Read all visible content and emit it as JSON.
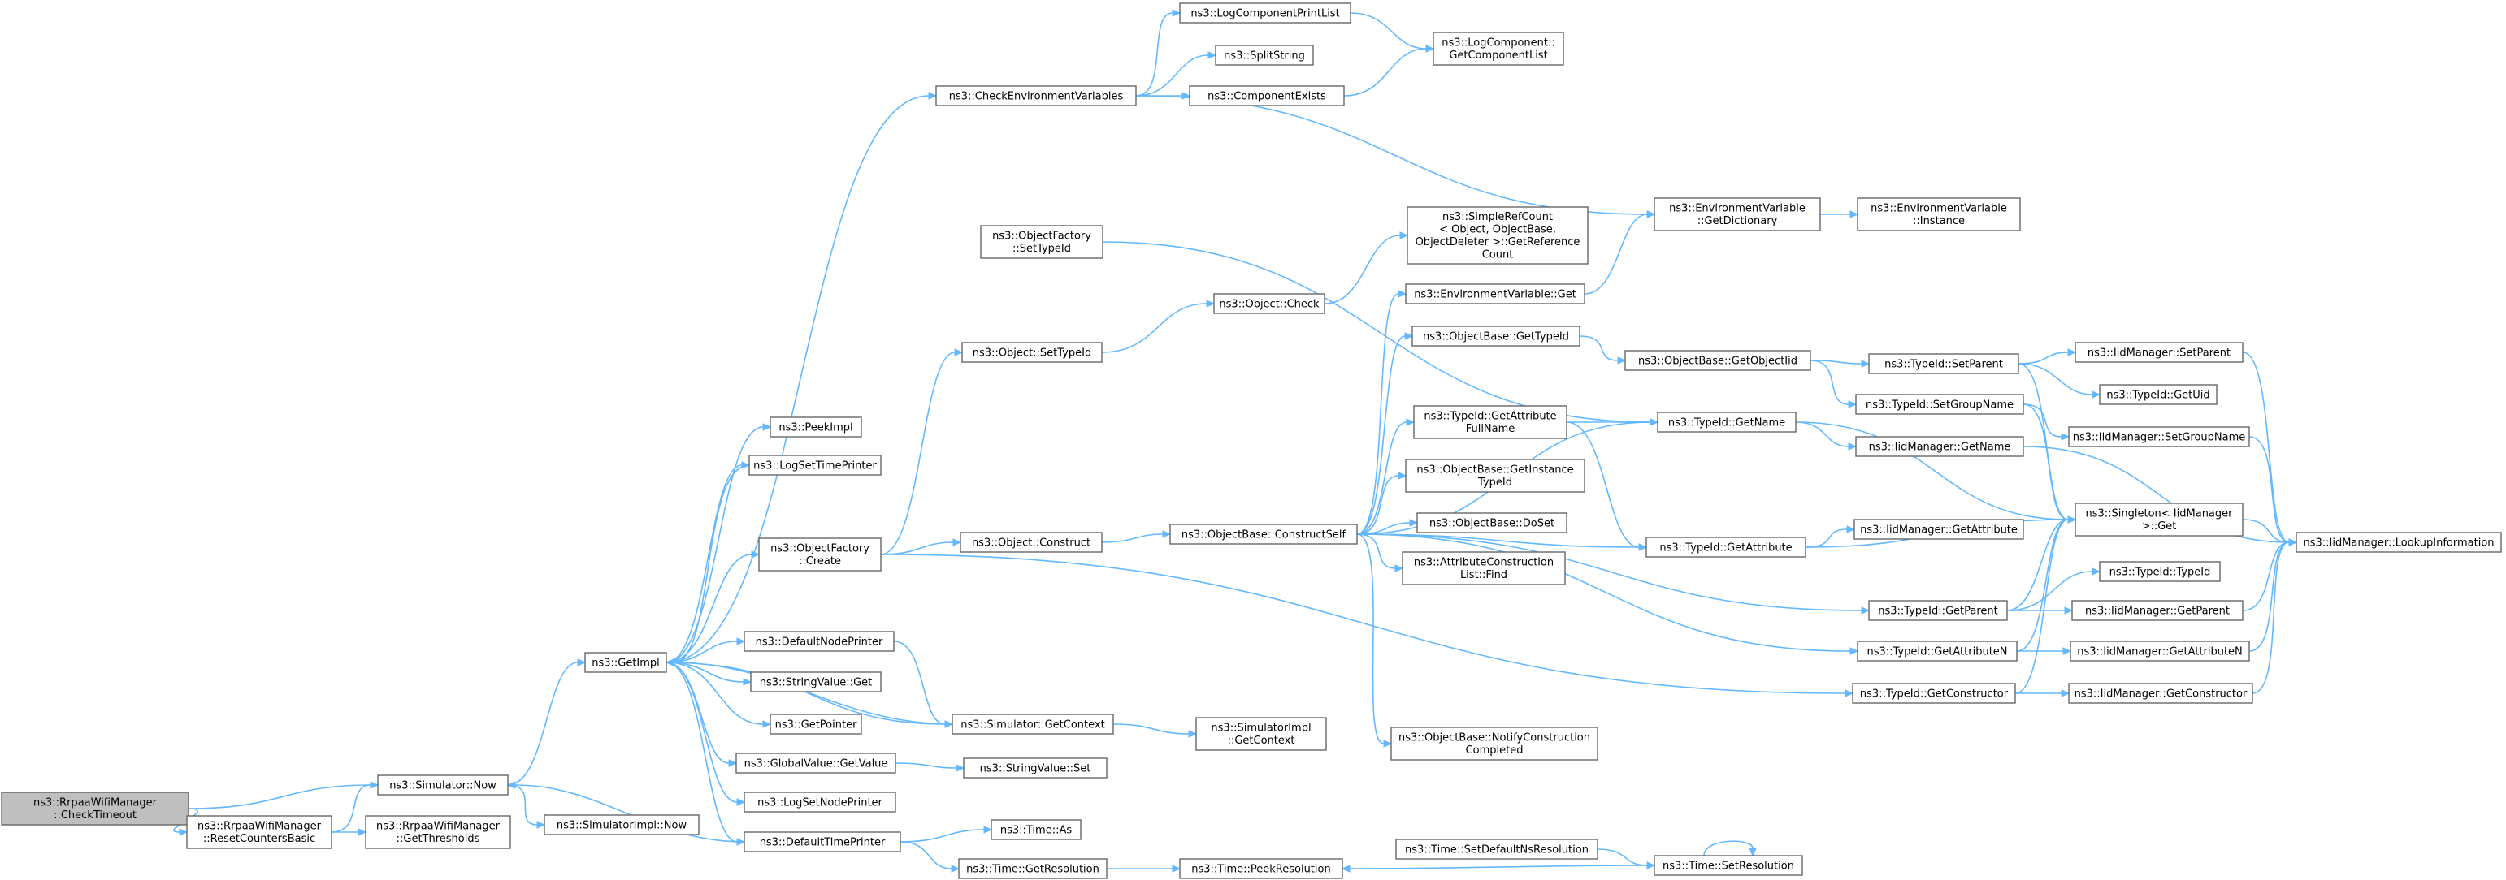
{
  "diagram": {
    "type": "call-graph",
    "colors": {
      "edge": "#63b8ff",
      "node_border": "#666666",
      "root_fill": "#bfbfbf"
    },
    "nodes": [
      {
        "id": "root",
        "lines": [
          "ns3::RrpaaWifiManager",
          "::CheckTimeout"
        ],
        "root": true
      },
      {
        "id": "now",
        "lines": [
          "ns3::Simulator::Now"
        ]
      },
      {
        "id": "reset",
        "lines": [
          "ns3::RrpaaWifiManager",
          "::ResetCountersBasic"
        ]
      },
      {
        "id": "thresh",
        "lines": [
          "ns3::RrpaaWifiManager",
          "::GetThresholds"
        ]
      },
      {
        "id": "simimplnow",
        "lines": [
          "ns3::SimulatorImpl::Now"
        ]
      },
      {
        "id": "getimpl",
        "lines": [
          "ns3::GetImpl"
        ]
      },
      {
        "id": "peekimpl",
        "lines": [
          "ns3::PeekImpl"
        ]
      },
      {
        "id": "logsettime",
        "lines": [
          "ns3::LogSetTimePrinter"
        ]
      },
      {
        "id": "ofcreate",
        "lines": [
          "ns3::ObjectFactory",
          "::Create"
        ]
      },
      {
        "id": "defnode",
        "lines": [
          "ns3::DefaultNodePrinter"
        ]
      },
      {
        "id": "strget",
        "lines": [
          "ns3::StringValue::Get"
        ]
      },
      {
        "id": "getptr",
        "lines": [
          "ns3::GetPointer"
        ]
      },
      {
        "id": "gvget",
        "lines": [
          "ns3::GlobalValue::GetValue"
        ]
      },
      {
        "id": "logsetnode",
        "lines": [
          "ns3::LogSetNodePrinter"
        ]
      },
      {
        "id": "deftime",
        "lines": [
          "ns3::DefaultTimePrinter"
        ]
      },
      {
        "id": "checkenv",
        "lines": [
          "ns3::CheckEnvironmentVariables"
        ]
      },
      {
        "id": "ofsettid",
        "lines": [
          "ns3::ObjectFactory",
          "::SetTypeId"
        ]
      },
      {
        "id": "objsettid",
        "lines": [
          "ns3::Object::SetTypeId"
        ]
      },
      {
        "id": "objconstruct",
        "lines": [
          "ns3::Object::Construct"
        ]
      },
      {
        "id": "simgetctx",
        "lines": [
          "ns3::Simulator::GetContext"
        ]
      },
      {
        "id": "strset",
        "lines": [
          "ns3::StringValue::Set"
        ]
      },
      {
        "id": "timeas",
        "lines": [
          "ns3::Time::As"
        ]
      },
      {
        "id": "timegetres",
        "lines": [
          "ns3::Time::GetResolution"
        ]
      },
      {
        "id": "lcprint",
        "lines": [
          "ns3::LogComponentPrintList"
        ]
      },
      {
        "id": "split",
        "lines": [
          "ns3::SplitString"
        ]
      },
      {
        "id": "compexists",
        "lines": [
          "ns3::ComponentExists"
        ]
      },
      {
        "id": "lcgetlist",
        "lines": [
          "ns3::LogComponent::",
          "GetComponentList"
        ]
      },
      {
        "id": "objcheck",
        "lines": [
          "ns3::Object::Check"
        ]
      },
      {
        "id": "srcget",
        "lines": [
          "ns3::SimpleRefCount",
          "< Object, ObjectBase,",
          "ObjectDeleter >::GetReference",
          "Count"
        ]
      },
      {
        "id": "constructself",
        "lines": [
          "ns3::ObjectBase::ConstructSelf"
        ]
      },
      {
        "id": "simimplctx",
        "lines": [
          "ns3::SimulatorImpl",
          "::GetContext"
        ]
      },
      {
        "id": "peekres",
        "lines": [
          "ns3::Time::PeekResolution"
        ]
      },
      {
        "id": "envget",
        "lines": [
          "ns3::EnvironmentVariable::Get"
        ]
      },
      {
        "id": "obgettid",
        "lines": [
          "ns3::ObjectBase::GetTypeId"
        ]
      },
      {
        "id": "tidgetattrfull",
        "lines": [
          "ns3::TypeId::GetAttribute",
          "FullName"
        ]
      },
      {
        "id": "obgetinst",
        "lines": [
          "ns3::ObjectBase::GetInstance",
          "TypeId"
        ]
      },
      {
        "id": "obdoset",
        "lines": [
          "ns3::ObjectBase::DoSet"
        ]
      },
      {
        "id": "acfind",
        "lines": [
          "ns3::AttributeConstruction",
          "List::Find"
        ]
      },
      {
        "id": "obnotify",
        "lines": [
          "ns3::ObjectBase::NotifyConstruction",
          "Completed"
        ]
      },
      {
        "id": "setdefres",
        "lines": [
          "ns3::Time::SetDefaultNsResolution"
        ]
      },
      {
        "id": "envdict",
        "lines": [
          "ns3::EnvironmentVariable",
          "::GetDictionary"
        ]
      },
      {
        "id": "obgetoiid",
        "lines": [
          "ns3::ObjectBase::GetObjectIid"
        ]
      },
      {
        "id": "tidgetname",
        "lines": [
          "ns3::TypeId::GetName"
        ]
      },
      {
        "id": "tidgetattr",
        "lines": [
          "ns3::TypeId::GetAttribute"
        ]
      },
      {
        "id": "tidgetparent",
        "lines": [
          "ns3::TypeId::GetParent"
        ]
      },
      {
        "id": "tidgetattrn",
        "lines": [
          "ns3::TypeId::GetAttributeN"
        ]
      },
      {
        "id": "tidgetctor",
        "lines": [
          "ns3::TypeId::GetConstructor"
        ]
      },
      {
        "id": "timesetres",
        "lines": [
          "ns3::Time::SetResolution"
        ]
      },
      {
        "id": "envinst",
        "lines": [
          "ns3::EnvironmentVariable",
          "::Instance"
        ]
      },
      {
        "id": "tidsetparent",
        "lines": [
          "ns3::TypeId::SetParent"
        ]
      },
      {
        "id": "tidsetgroup",
        "lines": [
          "ns3::TypeId::SetGroupName"
        ]
      },
      {
        "id": "iidgetname",
        "lines": [
          "ns3::IidManager::GetName"
        ]
      },
      {
        "id": "iidgetattr",
        "lines": [
          "ns3::IidManager::GetAttribute"
        ]
      },
      {
        "id": "iidsetparent",
        "lines": [
          "ns3::IidManager::SetParent"
        ]
      },
      {
        "id": "tidgetuid",
        "lines": [
          "ns3::TypeId::GetUid"
        ]
      },
      {
        "id": "iidsetgroup",
        "lines": [
          "ns3::IidManager::SetGroupName"
        ]
      },
      {
        "id": "singleton",
        "lines": [
          "ns3::Singleton< IidManager",
          ">::Get"
        ]
      },
      {
        "id": "tidtid",
        "lines": [
          "ns3::TypeId::TypeId"
        ]
      },
      {
        "id": "iidgetparent",
        "lines": [
          "ns3::IidManager::GetParent"
        ]
      },
      {
        "id": "iidgetattrn",
        "lines": [
          "ns3::IidManager::GetAttributeN"
        ]
      },
      {
        "id": "iidgetctor",
        "lines": [
          "ns3::IidManager::GetConstructor"
        ]
      },
      {
        "id": "lookup",
        "lines": [
          "ns3::IidManager::LookupInformation"
        ]
      }
    ],
    "edges": [
      [
        "root",
        "now"
      ],
      [
        "root",
        "reset"
      ],
      [
        "reset",
        "now"
      ],
      [
        "reset",
        "thresh"
      ],
      [
        "now",
        "simimplnow"
      ],
      [
        "now",
        "getimpl"
      ],
      [
        "getimpl",
        "peekimpl"
      ],
      [
        "getimpl",
        "logsettime"
      ],
      [
        "getimpl",
        "ofcreate"
      ],
      [
        "getimpl",
        "defnode"
      ],
      [
        "getimpl",
        "strget"
      ],
      [
        "getimpl",
        "getptr"
      ],
      [
        "getimpl",
        "gvget"
      ],
      [
        "getimpl",
        "logsetnode"
      ],
      [
        "getimpl",
        "deftime"
      ],
      [
        "getimpl",
        "checkenv"
      ],
      [
        "getimpl",
        "simgetctx"
      ],
      [
        "logsettime",
        "getimpl"
      ],
      [
        "ofcreate",
        "objsettid"
      ],
      [
        "ofcreate",
        "objconstruct"
      ],
      [
        "ofcreate",
        "tidgetctor"
      ],
      [
        "defnode",
        "simgetctx"
      ],
      [
        "gvget",
        "strset"
      ],
      [
        "deftime",
        "now"
      ],
      [
        "deftime",
        "timeas"
      ],
      [
        "deftime",
        "timegetres"
      ],
      [
        "checkenv",
        "lcprint"
      ],
      [
        "checkenv",
        "split"
      ],
      [
        "checkenv",
        "compexists"
      ],
      [
        "checkenv",
        "envdict"
      ],
      [
        "ofsettid",
        "tidgetname"
      ],
      [
        "objsettid",
        "objcheck"
      ],
      [
        "objconstruct",
        "constructself"
      ],
      [
        "simgetctx",
        "getimpl"
      ],
      [
        "simgetctx",
        "simimplctx"
      ],
      [
        "timegetres",
        "peekres"
      ],
      [
        "lcprint",
        "lcgetlist"
      ],
      [
        "compexists",
        "lcgetlist"
      ],
      [
        "objcheck",
        "srcget"
      ],
      [
        "constructself",
        "envget"
      ],
      [
        "constructself",
        "obgettid"
      ],
      [
        "constructself",
        "tidgetattrfull"
      ],
      [
        "constructself",
        "obgetinst"
      ],
      [
        "constructself",
        "obdoset"
      ],
      [
        "constructself",
        "acfind"
      ],
      [
        "constructself",
        "obnotify"
      ],
      [
        "constructself",
        "tidgetname"
      ],
      [
        "constructself",
        "tidgetattr"
      ],
      [
        "constructself",
        "tidgetparent"
      ],
      [
        "constructself",
        "tidgetattrn"
      ],
      [
        "setdefres",
        "timesetres"
      ],
      [
        "timesetres",
        "peekres"
      ],
      [
        "timesetres",
        "timesetres"
      ],
      [
        "envget",
        "envdict"
      ],
      [
        "envdict",
        "envinst"
      ],
      [
        "obgettid",
        "obgetoiid"
      ],
      [
        "tidgetattrfull",
        "tidgetname"
      ],
      [
        "tidgetattrfull",
        "tidgetattr"
      ],
      [
        "obgetoiid",
        "tidsetparent"
      ],
      [
        "obgetoiid",
        "tidsetgroup"
      ],
      [
        "tidgetname",
        "iidgetname"
      ],
      [
        "tidgetname",
        "singleton"
      ],
      [
        "tidgetattr",
        "iidgetattr"
      ],
      [
        "tidgetattr",
        "singleton"
      ],
      [
        "tidgetparent",
        "tidtid"
      ],
      [
        "tidgetparent",
        "iidgetparent"
      ],
      [
        "tidgetparent",
        "singleton"
      ],
      [
        "tidgetattrn",
        "iidgetattrn"
      ],
      [
        "tidgetattrn",
        "singleton"
      ],
      [
        "tidgetctor",
        "iidgetctor"
      ],
      [
        "tidgetctor",
        "singleton"
      ],
      [
        "tidsetparent",
        "iidsetparent"
      ],
      [
        "tidsetparent",
        "tidgetuid"
      ],
      [
        "tidsetparent",
        "singleton"
      ],
      [
        "tidsetgroup",
        "iidsetgroup"
      ],
      [
        "tidsetgroup",
        "singleton"
      ],
      [
        "iidgetname",
        "lookup"
      ],
      [
        "iidsetparent",
        "lookup"
      ],
      [
        "iidsetgroup",
        "lookup"
      ],
      [
        "iidgetparent",
        "lookup"
      ],
      [
        "iidgetattrn",
        "lookup"
      ],
      [
        "iidgetctor",
        "lookup"
      ],
      [
        "singleton",
        "lookup"
      ]
    ]
  }
}
